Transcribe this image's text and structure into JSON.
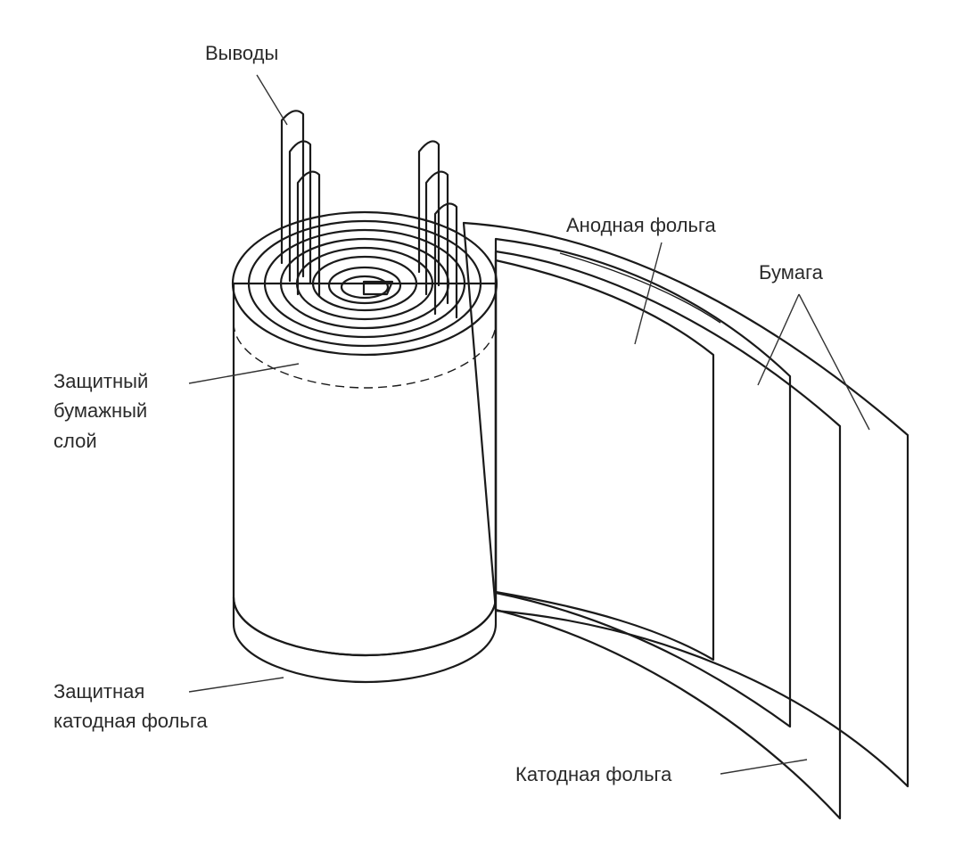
{
  "labels": {
    "leads": "Выводы",
    "anode_foil": "Анодная фольга",
    "paper": "Бумага",
    "protective_paper_line1": "Защитный",
    "protective_paper_line2": "бумажный",
    "protective_paper_line3": "слой",
    "protective_cathode_line1": "Защитная",
    "protective_cathode_line2": "катодная фольга",
    "cathode_foil": "Катодная фольга"
  }
}
